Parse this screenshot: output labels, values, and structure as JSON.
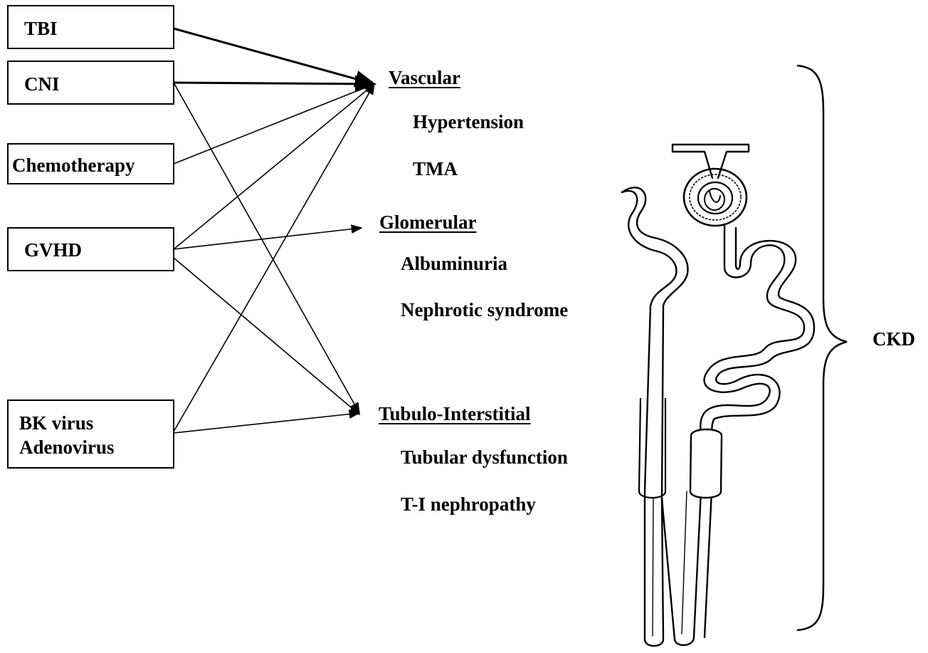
{
  "causes": {
    "tbi": "TBI",
    "cni": "CNI",
    "chemotherapy": "Chemotherapy",
    "gvhd": "GVHD",
    "infection_line1": "BK virus",
    "infection_line2": "Adenovirus"
  },
  "categories": {
    "vascular": {
      "heading": "Vascular",
      "items": [
        "Hypertension",
        "TMA"
      ]
    },
    "glomerular": {
      "heading": "Glomerular",
      "items": [
        "Albuminuria",
        "Nephrotic syndrome"
      ]
    },
    "tubulo_interstitial": {
      "heading": "Tubulo-Interstitial",
      "items": [
        "Tubular dysfunction",
        "T-I nephropathy"
      ]
    }
  },
  "outcome": "CKD",
  "links": [
    {
      "from": "TBI",
      "to": "Vascular"
    },
    {
      "from": "CNI",
      "to": "Vascular"
    },
    {
      "from": "CNI",
      "to": "Tubulo-Interstitial"
    },
    {
      "from": "Chemotherapy",
      "to": "Vascular"
    },
    {
      "from": "GVHD",
      "to": "Vascular"
    },
    {
      "from": "GVHD",
      "to": "Glomerular"
    },
    {
      "from": "GVHD",
      "to": "Tubulo-Interstitial"
    },
    {
      "from": "BK virus / Adenovirus",
      "to": "Vascular"
    },
    {
      "from": "BK virus / Adenovirus",
      "to": "Tubulo-Interstitial"
    }
  ],
  "colors": {
    "ink": "#000000",
    "background": "#ffffff"
  }
}
